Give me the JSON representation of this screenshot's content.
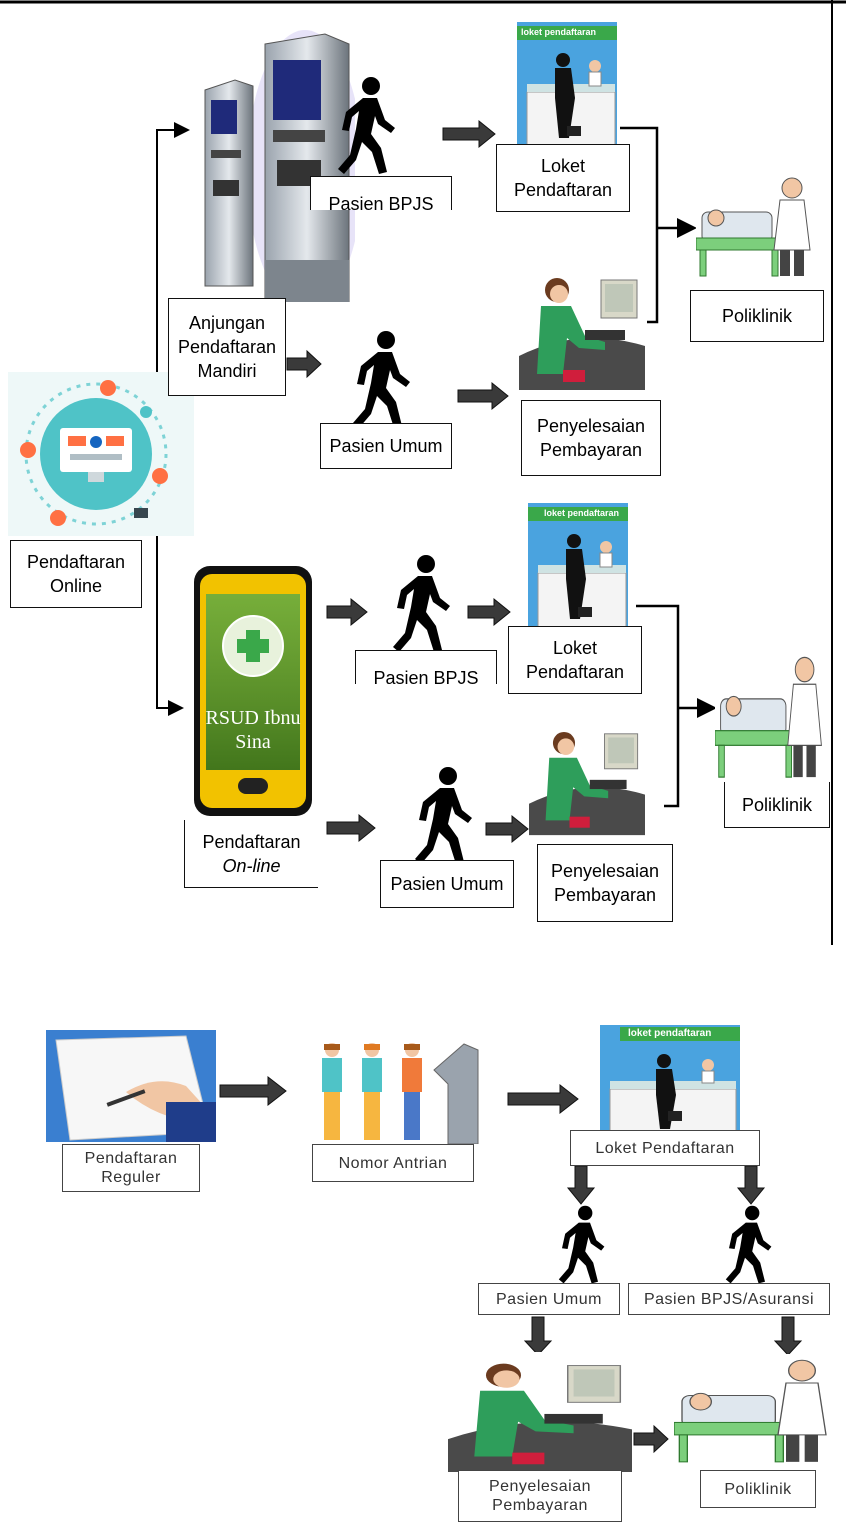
{
  "diagram_top": {
    "kiosk_label": [
      "Anjungan",
      "Pendaftaran",
      "Mandiri"
    ],
    "pasien_bpjs_1": "Pasien BPJS",
    "loket_1": [
      "Loket",
      "Pendaftaran"
    ],
    "poliklinik_1": "Poliklinik",
    "pasien_umum_1": "Pasien Umum",
    "payment_1": [
      "Penyelesaian",
      "Pembayaran"
    ],
    "pendaftaran_online": [
      "Pendaftaran",
      "Online"
    ],
    "phone_text": [
      "RSUD Ibnu",
      "Sina"
    ],
    "pasien_bpjs_2": "Pasien BPJS",
    "loket_2": [
      "Loket",
      "Pendaftaran"
    ],
    "poliklinik_2": "Poliklinik",
    "pendaftaran_online_2": [
      "Pendaftaran",
      "On-line"
    ],
    "pasien_umum_2": "Pasien Umum",
    "payment_2": [
      "Penyelesaian",
      "Pembayaran"
    ],
    "loket_sign": "loket pendaftaran"
  },
  "diagram_bottom": {
    "pendaftaran_reguler": [
      "Pendaftaran",
      "Reguler"
    ],
    "nomor_antrian": "Nomor Antrian",
    "loket_pendaftaran": "Loket Pendaftaran",
    "pasien_umum": "Pasien Umum",
    "pasien_bpjs": "Pasien BPJS/Asuransi",
    "payment": [
      "Penyelesaian",
      "Pembayaran"
    ],
    "poliklinik": "Poliklinik",
    "loket_sign": "loket pendaftaran"
  },
  "colors": {
    "arrow": "#3a3a3a",
    "loket_bg": "#4aa3df",
    "sign_green": "#3aa84a",
    "bed_green": "#7ccf7c",
    "phone_yellow": "#f2c200",
    "phone_green": "#5f9a2a",
    "online_teal": "#4fc3c7"
  }
}
